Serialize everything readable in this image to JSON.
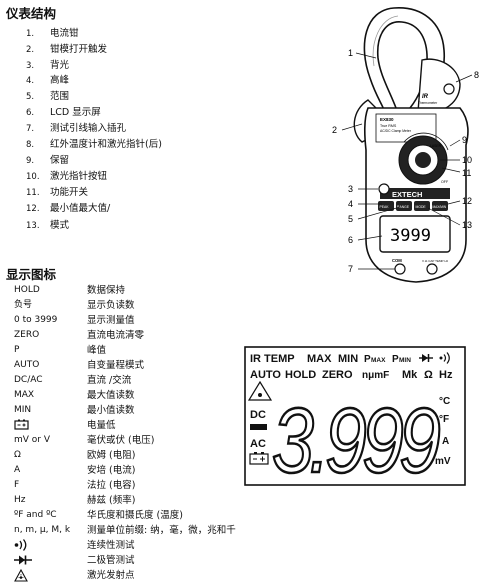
{
  "sections": {
    "parts_title": "仪表结构",
    "display_title": "显示图标"
  },
  "parts": [
    {
      "num": "1.",
      "label": "电流钳"
    },
    {
      "num": "2.",
      "label": "钳模打开触发"
    },
    {
      "num": "3.",
      "label": "背光"
    },
    {
      "num": "4.",
      "label": "高峰"
    },
    {
      "num": "5.",
      "label": "范围"
    },
    {
      "num": "6.",
      "label": "LCD 显示屏"
    },
    {
      "num": "7.",
      "label": "测试引线输入插孔"
    },
    {
      "num": "8.",
      "label": "红外温度计和激光指针(后)"
    },
    {
      "num": "9.",
      "label": "保留"
    },
    {
      "num": "10.",
      "label": "激光指针按钮"
    },
    {
      "num": "11.",
      "label": "功能开关"
    },
    {
      "num": "12.",
      "label": "最小值最大值/"
    },
    {
      "num": "13.",
      "label": "模式"
    }
  ],
  "icons": [
    {
      "symbol": "HOLD",
      "desc": "数据保持"
    },
    {
      "symbol": "负号",
      "desc": "显示负读数"
    },
    {
      "symbol": "0 to 3999",
      "desc": "显示测量值"
    },
    {
      "symbol": "ZERO",
      "desc": "直流电流清零"
    },
    {
      "symbol": "P",
      "desc": "峰值"
    },
    {
      "symbol": "AUTO",
      "desc": "自变量程模式"
    },
    {
      "symbol": "DC/AC",
      "desc": "直流 /交流"
    },
    {
      "symbol": "MAX",
      "desc": "最大值读数"
    },
    {
      "symbol": "MIN",
      "desc": "最小值读数"
    },
    {
      "symbol": "",
      "desc": "电量低",
      "icon": "battery-icon"
    },
    {
      "symbol": "mV or V",
      "desc": "毫伏或伏 (电压)"
    },
    {
      "symbol": "Ω",
      "desc": "欧姆 (电阻)"
    },
    {
      "symbol": "A",
      "desc": "安培 (电流)"
    },
    {
      "symbol": "F",
      "desc": "法拉 (电容)"
    },
    {
      "symbol": "Hz",
      "desc": "赫兹 (频率)"
    },
    {
      "symbol": "ºF and ºC",
      "desc": "华氏度和摄氏度 (温度)"
    },
    {
      "symbol": "n, m, μ, M, k",
      "desc": "测量单位前缀: 纳，毫，微，兆和千"
    },
    {
      "symbol": "",
      "desc": "连续性测试",
      "icon": "continuity-icon"
    },
    {
      "symbol": "",
      "desc": "二极管测试",
      "icon": "diode-icon"
    },
    {
      "symbol": "",
      "desc": "激光发射点",
      "icon": "laser-warning-icon"
    }
  ],
  "meter": {
    "callouts": [
      "1",
      "2",
      "3",
      "4",
      "5",
      "6",
      "7",
      "8",
      "9",
      "10",
      "11",
      "12",
      "13"
    ],
    "brand": "EXTECH",
    "model": "EX830",
    "subtitle": "True RMS",
    "subtitle2": "AC/DC Clamp Meter",
    "ir_label": "IR",
    "ir_sub": "Thermometer",
    "buttons": [
      "PEAK",
      "RANGE",
      "MODE",
      "MAX/MIN"
    ],
    "lcd_value": "3999",
    "jack_com": "COM",
    "jack_v": "V·Ω·CAP TEMP·Hz",
    "off_label": "OFF",
    "laser_label": "LASER"
  },
  "lcd": {
    "row1": [
      "IR TEMP",
      "MAX",
      "MIN",
      "P",
      "MAX",
      "P",
      "MIN"
    ],
    "row2": [
      "AUTO",
      "HOLD",
      "ZERO",
      "nμmF",
      "Mk",
      "Ω",
      "Hz"
    ],
    "dc": "DC",
    "ac": "AC",
    "digits": "3.999",
    "unit_c": "°C",
    "unit_f": "°F",
    "unit_a": "A",
    "unit_mv": "mV"
  }
}
